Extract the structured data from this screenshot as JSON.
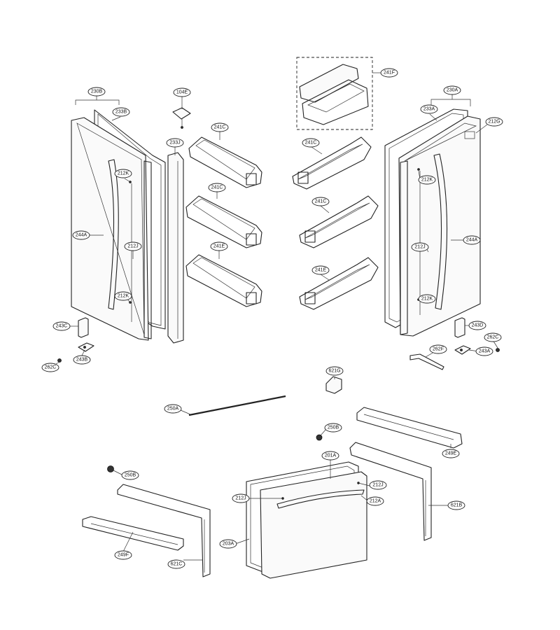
{
  "callouts": {
    "c230B": "230B",
    "c233B": "233B",
    "c104E": "104E",
    "c233J": "233J",
    "c212K_l1": "212K",
    "c212K_l2": "212K",
    "c244A_l": "244A",
    "c212J_l": "212J",
    "c243C": "243C",
    "c243B": "243B",
    "c262C_l": "262C",
    "c241C_1": "241C",
    "c241C_2": "241C",
    "c241E_1": "241E",
    "c241F": "241F",
    "c241C_3": "241C",
    "c241C_4": "241C",
    "c241E_2": "241E",
    "c230A": "230A",
    "c233A": "233A",
    "c212G": "212G",
    "c212K_r1": "212K",
    "c212K_r2": "212K",
    "c212J_r": "212J",
    "c244A_r": "244A",
    "c243D": "243D",
    "c262C_r": "262C",
    "c262F": "262F",
    "c243A": "243A",
    "c621G": "621G",
    "c250A": "250A",
    "c250B_1": "250B",
    "c249E": "249E",
    "c201A": "201A",
    "c212J_b1": "212J",
    "c212J_b2": "212J",
    "c212A": "212A",
    "c203A": "203A",
    "c250B_2": "250B",
    "c621B": "621B",
    "c249F": "249F",
    "c621C": "621C"
  }
}
